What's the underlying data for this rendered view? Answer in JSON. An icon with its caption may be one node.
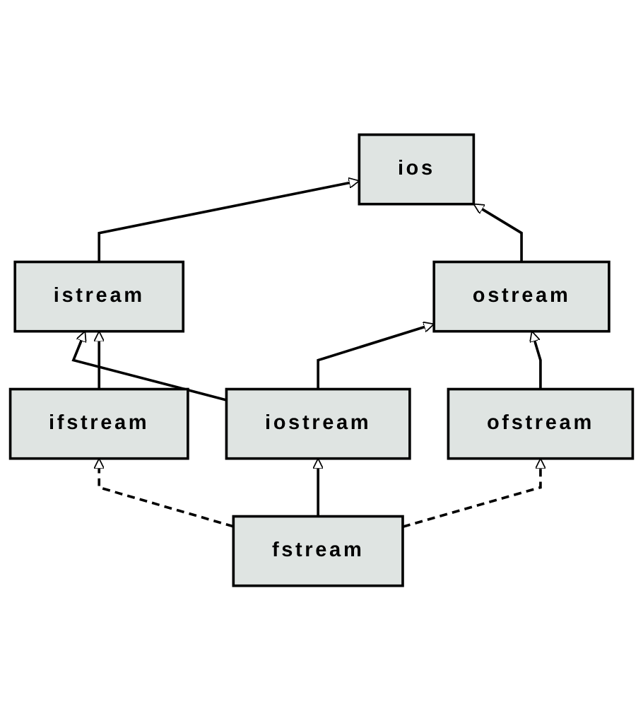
{
  "diagram": {
    "nodes": [
      {
        "text": [
          "ios"
        ]
      },
      {
        "text": [
          "istream"
        ]
      },
      {
        "text": [
          "ostream"
        ]
      },
      {
        "text": [
          "iostream"
        ]
      },
      {
        "text": [
          "ifstream"
        ]
      },
      {
        "text": [
          "ofstream"
        ]
      },
      {
        "text": [
          "fstream"
        ]
      }
    ],
    "edges": [
      {
        "from": 1,
        "to": 0,
        "arrow": "to"
      },
      {
        "from": 2,
        "to": 0,
        "arrow": "to"
      },
      {
        "from": 3,
        "to": 1,
        "arrow": "to"
      },
      {
        "from": 3,
        "to": 2,
        "arrow": "to"
      },
      {
        "from": 4,
        "to": 1,
        "arrow": "to"
      },
      {
        "from": 5,
        "to": 2,
        "arrow": "to"
      },
      {
        "from": 6,
        "to": 3,
        "arrow": "to"
      },
      {
        "from": 6,
        "to": 4,
        "arrow": "to",
        "style": "dashed"
      },
      {
        "from": 6,
        "to": 5,
        "arrow": "to",
        "style": "dashed"
      }
    ]
  }
}
